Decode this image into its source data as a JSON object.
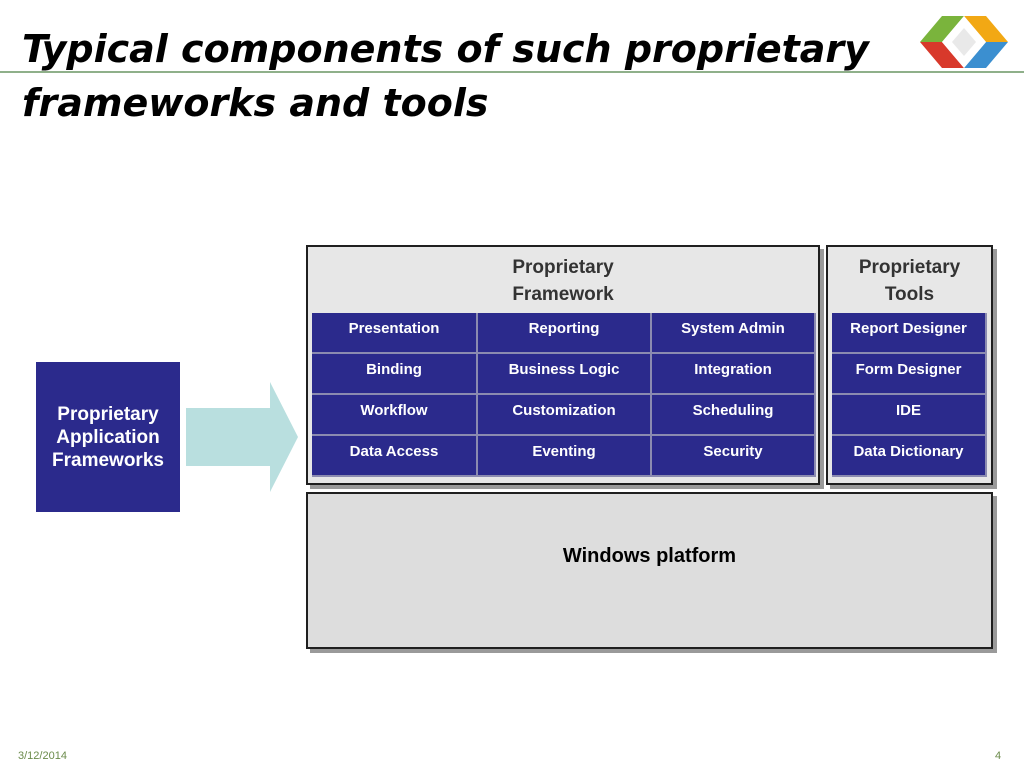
{
  "slide": {
    "title": "Typical components of such proprietary frameworks and tools",
    "date": "3/12/2014",
    "page_number": "4"
  },
  "left_box": {
    "label_lines": [
      "Proprietary",
      "Application",
      "Frameworks"
    ],
    "fill_color": "#2b2a8c"
  },
  "arrow": {
    "fill_color": "#b9dfdf"
  },
  "framework": {
    "title_lines": [
      "Proprietary",
      "Framework"
    ],
    "cells": [
      "Presentation",
      "Reporting",
      "System Admin",
      "Binding",
      "Business Logic",
      "Integration",
      "Workflow",
      "Customization",
      "Scheduling",
      "Data Access",
      "Eventing",
      "Security"
    ]
  },
  "tools": {
    "title_lines": [
      "Proprietary",
      "Tools"
    ],
    "cells": [
      "Report Designer",
      "Form Designer",
      "IDE",
      "Data Dictionary"
    ]
  },
  "platform": {
    "label": "Windows platform"
  },
  "colors": {
    "cell_fill": "#2b2a8c",
    "panel_fill": "#e7e7e7",
    "platform_fill": "#dddddd",
    "title_rule": "#8fb08a"
  }
}
